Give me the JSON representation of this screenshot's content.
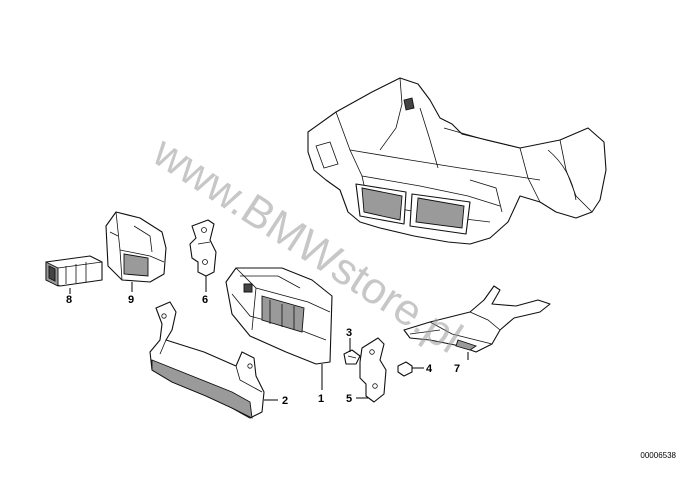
{
  "watermark": "www.BMWstore.pl",
  "reference_code": "00006538",
  "callouts": {
    "c1": "1",
    "c2": "2",
    "c3": "3",
    "c4": "4",
    "c5": "5",
    "c6": "6",
    "c7": "7",
    "c8": "8",
    "c9": "9"
  }
}
